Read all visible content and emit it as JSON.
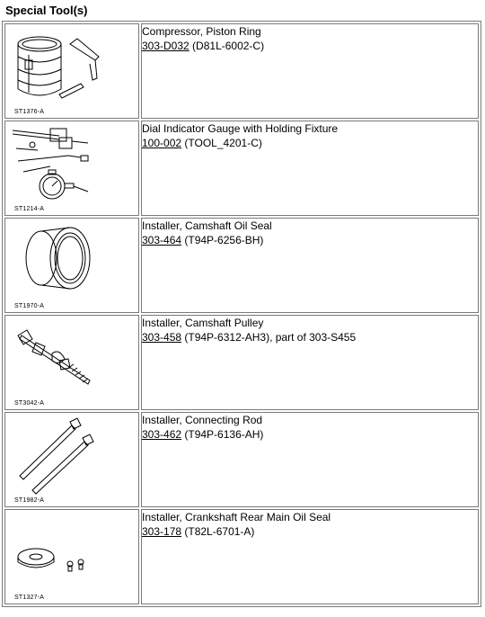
{
  "page": {
    "title": "Special Tool(s)"
  },
  "tools": [
    {
      "name": "Compressor, Piston Ring",
      "code": "303-D032",
      "detail": " (D81L-6002-C)",
      "caption": "ST1376-A",
      "icon": "piston-ring-compressor-icon"
    },
    {
      "name": "Dial Indicator Gauge with Holding Fixture",
      "code": "100-002",
      "detail": " (TOOL_4201-C)",
      "caption": "ST1214-A",
      "icon": "dial-indicator-icon"
    },
    {
      "name": "Installer, Camshaft Oil Seal",
      "code": "303-464",
      "detail": " (T94P-6256-BH)",
      "caption": "ST1970-A",
      "icon": "oil-seal-installer-icon"
    },
    {
      "name": "Installer, Camshaft Pulley",
      "code": "303-458",
      "detail": " (T94P-6312-AH3), part of 303-S455",
      "caption": "ST3042-A",
      "icon": "pulley-installer-icon"
    },
    {
      "name": "Installer, Connecting Rod",
      "code": "303-462",
      "detail": " (T94P-6136-AH)",
      "caption": "ST1982-A",
      "icon": "connecting-rod-installer-icon"
    },
    {
      "name": "Installer, Crankshaft Rear Main Oil Seal",
      "code": "303-178",
      "detail": " (T82L-6701-A)",
      "caption": "ST1327-A",
      "icon": "rear-seal-installer-icon"
    }
  ]
}
